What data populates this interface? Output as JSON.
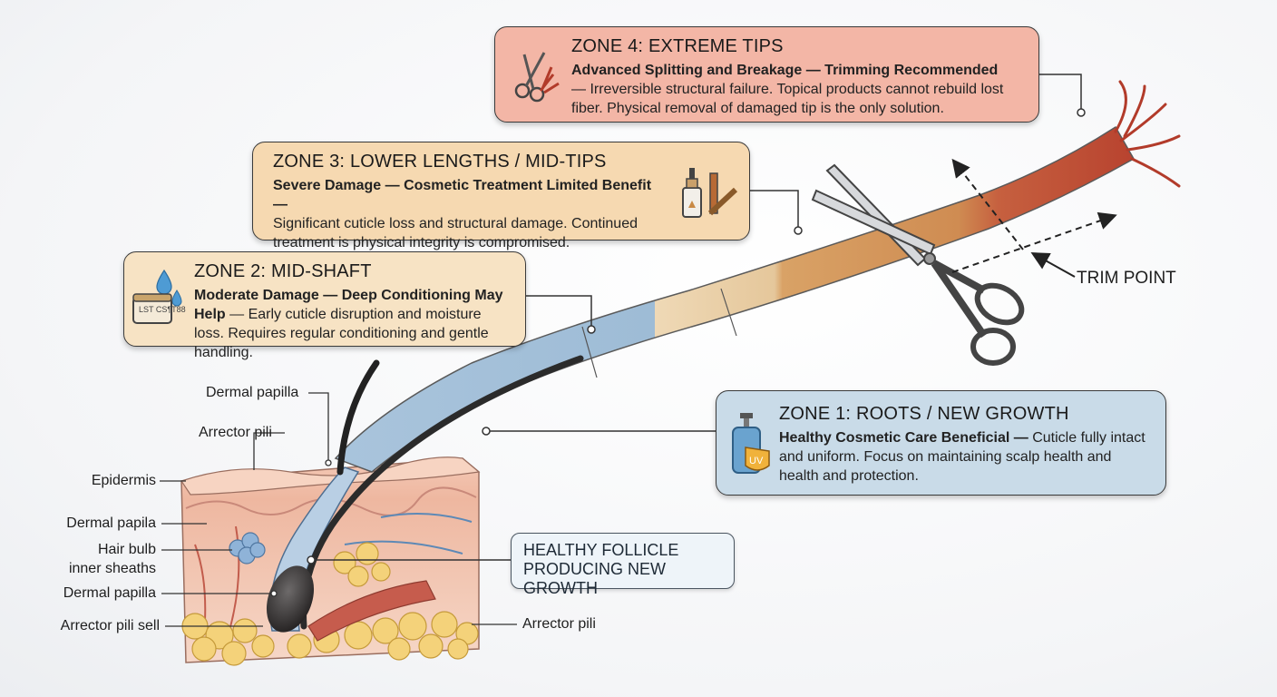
{
  "zones": {
    "zone4": {
      "title": "ZONE 4: EXTREME TIPS",
      "subtitle": "Advanced Splitting and Breakage — Trimming Recommended",
      "text": "— Irreversible structural failure. Topical products cannot rebuild lost fiber. Physical removal of damaged tip is the only solution.",
      "color": "#f3b6a6",
      "icon": "scissors-icon"
    },
    "zone3": {
      "title": "ZONE 3: LOWER LENGTHS / MID-TIPS",
      "subtitle": "Severe Damage — Cosmetic Treatment Limited Benefit —",
      "text": "Significant cuticle loss and structural damage. Continued treatment is physical integrity is compromised.",
      "color": "#f6d9b1",
      "icon": "serum-bottle-icon"
    },
    "zone2": {
      "title": "ZONE 2: MID-SHAFT",
      "subtitle": "Moderate Damage — Deep Conditioning May Help",
      "text": "— Early cuticle disruption and moisture loss. Requires regular conditioning and gentle handling.",
      "color": "#f7e3c4",
      "icon": "conditioner-jar-icon",
      "jar_label": "LST CS¶T88"
    },
    "zone1": {
      "title": "ZONE 1: ROOTS / NEW GROWTH",
      "subtitle": "Healthy Cosmetic Care Beneficial —",
      "text": "Cuticle fully intact and uniform. Focus on maintaining scalp health and health and protection.",
      "color": "#c9dbe8",
      "icon": "pump-bottle-icon",
      "uv_label": "UV"
    }
  },
  "labels": {
    "dermal_papilla_top": "Dermal papilla",
    "arrector_pili_top": "Arrector pili",
    "epidermis": "Epidermis",
    "dermal_papila": "Dermal papila",
    "hair_bulb": "Hair bulb",
    "inner_sheaths": "inner sheaths",
    "dermal_papilla_low": "Dermal papilla",
    "arrector_pili_sell": "Arrector pili sell",
    "arrector_pili_right": "Arrector pili"
  },
  "healthy_follicle": {
    "line1": "HEALTHY FOLLICLE",
    "line2": "PRODUCING NEW GROWTH"
  },
  "trim_point": "TRIM POINT",
  "colors": {
    "root_blue": "#9ebcd6",
    "mid_beige": "#ecd3ad",
    "lower_tan": "#d9a266",
    "tip_red": "#c2503a",
    "skin": "#f1c3b0",
    "fat": "#f4d27a"
  }
}
